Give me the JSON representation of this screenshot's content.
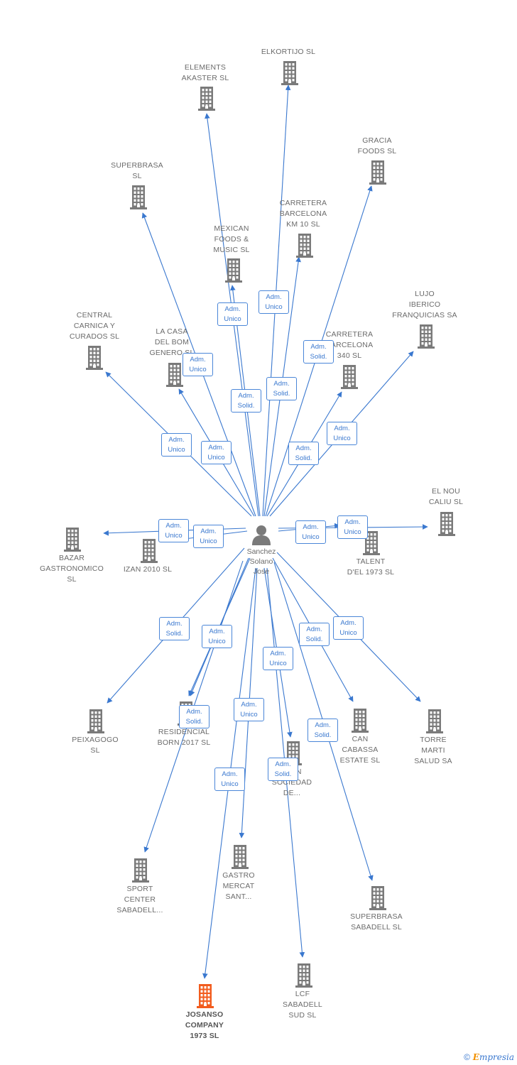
{
  "person": {
    "name": "Sanchez\nSolano\nJose"
  },
  "companies": [
    {
      "id": "elkortijo",
      "label": "ELKORTIJO  SL"
    },
    {
      "id": "elements",
      "label": "ELEMENTS\nAKASTER  SL"
    },
    {
      "id": "gracia",
      "label": "GRACIA\nFOODS  SL"
    },
    {
      "id": "superbrasa",
      "label": "SUPERBRASA\nSL"
    },
    {
      "id": "carretera10",
      "label": "CARRETERA\nBARCELONA\nKM 10  SL"
    },
    {
      "id": "mexican",
      "label": "MEXICAN\nFOODS &\nMUSIC  SL"
    },
    {
      "id": "lujo",
      "label": "LUJO\nIBERICO\nFRANQUICIAS SA"
    },
    {
      "id": "central",
      "label": "CENTRAL\nCARNICA Y\nCURADOS  SL"
    },
    {
      "id": "lacasa",
      "label": "LA CASA\nDEL BOM\nGENERO  SL"
    },
    {
      "id": "carretera340",
      "label": "CARRETERA\nBARCELONA\n340  SL"
    },
    {
      "id": "elnou",
      "label": "EL NOU\nCALIU  SL"
    },
    {
      "id": "bazar",
      "label": "BAZAR\nGASTRONOMICO\nSL"
    },
    {
      "id": "izan",
      "label": "IZAN 2010  SL"
    },
    {
      "id": "talent",
      "label": "TALENT\nD'EL 1973  SL"
    },
    {
      "id": "peixagogo",
      "label": "PEIXAGOGO\nSL"
    },
    {
      "id": "residencial",
      "label": "RESIDENCIAL\nBORN 2017  SL"
    },
    {
      "id": "can",
      "label": "CAN\nCABASSA\nESTATE  SL"
    },
    {
      "id": "torre",
      "label": "TORRE\nMARTI\nSALUD SA"
    },
    {
      "id": "sociedad",
      "label": "... EN\nSOCIEDAD\nDE..."
    },
    {
      "id": "sport",
      "label": "SPORT\nCENTER\nSABADELL..."
    },
    {
      "id": "gastro",
      "label": "GASTRO\nMERCAT\nSANT..."
    },
    {
      "id": "superbrasasab",
      "label": "SUPERBRASA\nSABADELL  SL"
    },
    {
      "id": "lcf",
      "label": "LCF\nSABADELL\nSUD  SL"
    },
    {
      "id": "josanso",
      "label": "JOSANSO\nCOMPANY\n1973  SL"
    }
  ],
  "edge_labels": [
    "Adm.\nUnico",
    "Adm.\nUnico",
    "Adm.\nSolid.",
    "Adm.\nUnico",
    "Adm.\nSolid.",
    "Adm.\nSolid.",
    "Adm.\nUnico",
    "Adm.\nUnico",
    "Adm.\nUnico",
    "Adm.\nSolid.",
    "Adm.\nUnico",
    "Adm.\nUnico",
    "Adm.\nUnico",
    "Adm.\nUnico",
    "Adm.\nSolid.",
    "Adm.\nUnico",
    "Adm.\nSolid.",
    "Adm.\nUnico",
    "Adm.\nSolid.",
    "Adm.\nUnico",
    "Adm.\nSolid.",
    "Adm.\nUnico",
    "Adm.\nUnico",
    "Adm.\nSolid."
  ],
  "colors": {
    "edge": "#3a78cf",
    "node": "#7a7a7a",
    "highlight": "#f25c1e"
  },
  "footer": {
    "copyright": "©",
    "brand_initial": "E",
    "brand_rest": "mpresia"
  }
}
